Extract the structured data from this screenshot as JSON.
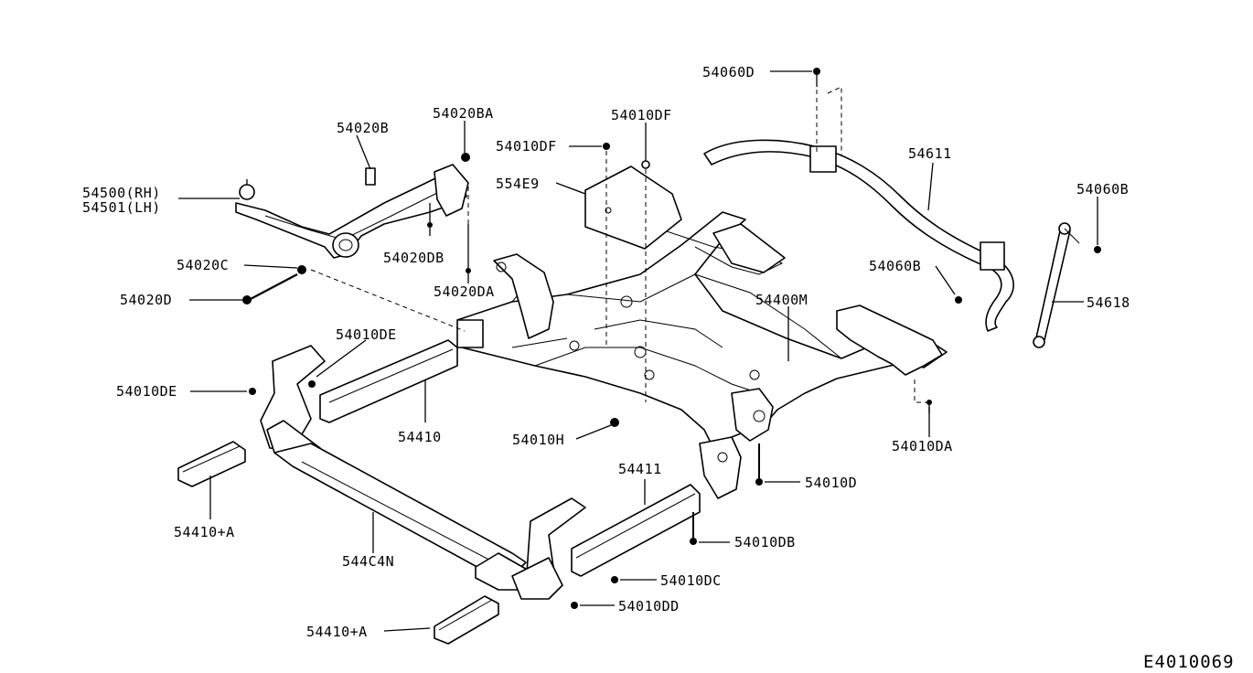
{
  "labels": {
    "p54020B": "54020B",
    "p54020BA": "54020BA",
    "p54010DF_top": "54010DF",
    "p54010DF_left": "54010DF",
    "p554E9": "554E9",
    "p54500": "54500(RH)",
    "p54501": "54501(LH)",
    "p54020DB": "54020DB",
    "p54020C": "54020C",
    "p54020D": "54020D",
    "p54020DA": "54020DA",
    "p54060D": "54060D",
    "p54611": "54611",
    "p54060B_right": "54060B",
    "p54060B_left": "54060B",
    "p54618": "54618",
    "p54400M": "54400M",
    "p54010DE_top": "54010DE",
    "p54010DE_left": "54010DE",
    "p54410": "54410",
    "p54010H": "54010H",
    "p54010DA": "54010DA",
    "p54010D": "54010D",
    "p54411": "54411",
    "p54410A_upper": "54410+A",
    "p544C4N": "544C4N",
    "p54010DB": "54010DB",
    "p54010DC": "54010DC",
    "p54010DD": "54010DD",
    "p54410A_lower": "54410+A"
  },
  "diagram_code": "E4010069"
}
